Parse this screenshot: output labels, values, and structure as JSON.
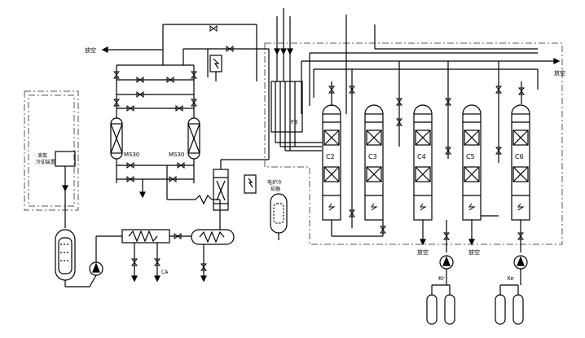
{
  "labels": {
    "vent_left": "放空",
    "vent_right": "放空",
    "vent_c3": "放空",
    "vent_c5": "放空",
    "nitrogen_box": "液氮",
    "nitrogen_box_sub": "冷却装置",
    "ms_left": "MS30",
    "ms_right": "MS30",
    "cryostat": "电炉冷",
    "cryostat_sub": "却器",
    "column_c2": "C2",
    "column_c3": "C3",
    "column_c4": "C4",
    "column_c5": "C5",
    "column_c6": "C6",
    "exchanger_f3": "F3",
    "kr_bottle": "Kr",
    "xe_bottle": "Xe",
    "ca_label": "CA"
  },
  "colors": {
    "line": "#000000",
    "dashed": "#555555",
    "background": "#ffffff"
  }
}
